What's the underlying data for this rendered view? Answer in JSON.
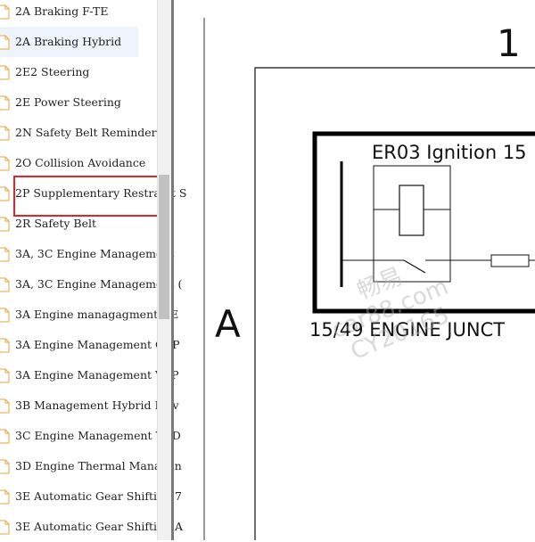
{
  "sidebar": {
    "items": [
      {
        "label": "2A Braking F-TE"
      },
      {
        "label": "2A Braking Hybrid"
      },
      {
        "label": "2E2 Steering"
      },
      {
        "label": "2E Power Steering"
      },
      {
        "label": "2N Safety Belt Reminder"
      },
      {
        "label": "2O Collision Avoidance"
      },
      {
        "label": "2P Supplementary Restraint S"
      },
      {
        "label": "2R Safety Belt"
      },
      {
        "label": "3A, 3C Engine Management"
      },
      {
        "label": "3A, 3C Engine Management ("
      },
      {
        "label": "3A Engine managagment GE"
      },
      {
        "label": "3A Engine Management GEP"
      },
      {
        "label": "3A Engine Management VEP"
      },
      {
        "label": "3B Management Hybrid Driv"
      },
      {
        "label": "3C Engine Management VED"
      },
      {
        "label": "3D Engine Thermal Managen"
      },
      {
        "label": "3E Automatic Gear Shifting 7"
      },
      {
        "label": "3E Automatic Gear Shifting A"
      }
    ],
    "hovered_index": 1,
    "highlighted_index": 6,
    "highlight_color": "#e0252b"
  },
  "diagram": {
    "column_label": "1",
    "row_label": "A",
    "component_label": "ER03 Ignition 15",
    "junction_label": "15/49  ENGINE JUNCT"
  },
  "watermark": {
    "line1": "畅易",
    "line2": "car88.com",
    "line3": "CY20165"
  }
}
